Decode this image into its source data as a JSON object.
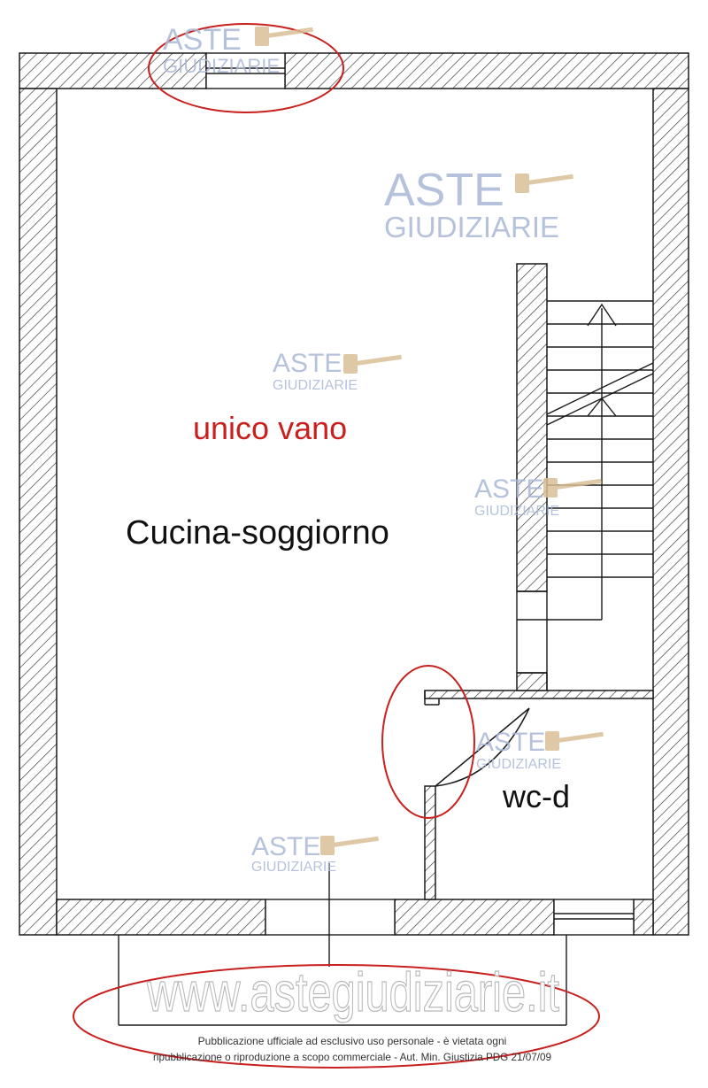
{
  "rooms": {
    "main_note": "unico vano",
    "main_label": "Cucina-soggiorno",
    "bath_label": "wc-d"
  },
  "watermark": {
    "line1": "ASTE",
    "line2": "GIUDIZIARIE",
    "site": "www.astegiudiziarie.it"
  },
  "footer": {
    "line1": "Pubblicazione ufficiale ad esclusivo uso personale - è vietata ogni",
    "line2": "ripubblicazione o riproduzione a scopo commerciale - Aut. Min. Giustizia PDG 21/07/09"
  },
  "colors": {
    "line": "#1a1a1a",
    "hatch": "#333333",
    "note_red": "#c8201e",
    "highlight_red": "#c8201e",
    "watermark_blue": "#a9b8d6",
    "watermark_gavel": "#d9bf95",
    "site_gray": "#c8c8c8"
  }
}
